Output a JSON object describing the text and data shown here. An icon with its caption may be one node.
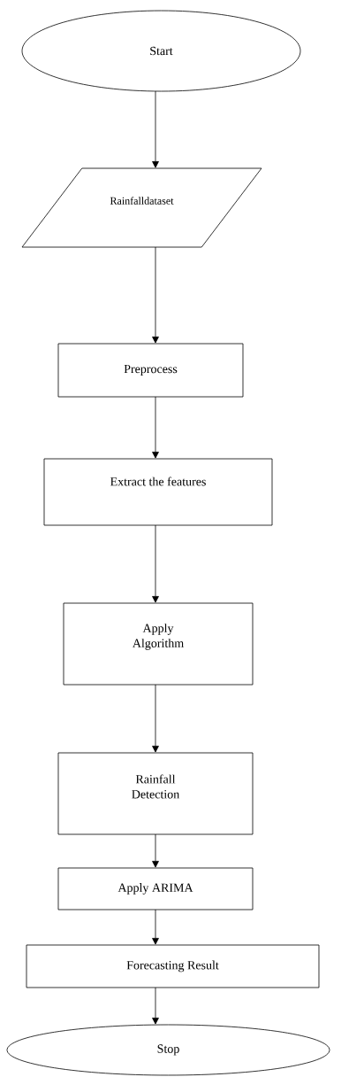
{
  "diagram": {
    "nodes": [
      {
        "text": [
          "Start"
        ]
      },
      {
        "text": [
          "Rainfalldataset"
        ]
      },
      {
        "text": [
          "Preprocess"
        ]
      },
      {
        "text": [
          "Extract the features"
        ]
      },
      {
        "text": [
          "Apply Algorithm"
        ]
      },
      {
        "text": [
          "Rainfall Detection"
        ]
      },
      {
        "text": [
          "Apply ARIMA"
        ]
      },
      {
        "text": [
          "Forecasting Result"
        ]
      },
      {
        "text": [
          "Stop"
        ]
      }
    ],
    "edges": [
      {
        "from": 0,
        "to": 1,
        "arrow": "to"
      },
      {
        "from": 1,
        "to": 2,
        "arrow": "to"
      },
      {
        "from": 2,
        "to": 3,
        "arrow": "to"
      },
      {
        "from": 3,
        "to": 4,
        "arrow": "to"
      },
      {
        "from": 4,
        "to": 5,
        "arrow": "to"
      },
      {
        "from": 5,
        "to": 6,
        "arrow": "to"
      },
      {
        "from": 6,
        "to": 7,
        "arrow": "to"
      },
      {
        "from": 7,
        "to": 8,
        "arrow": "to"
      }
    ]
  }
}
